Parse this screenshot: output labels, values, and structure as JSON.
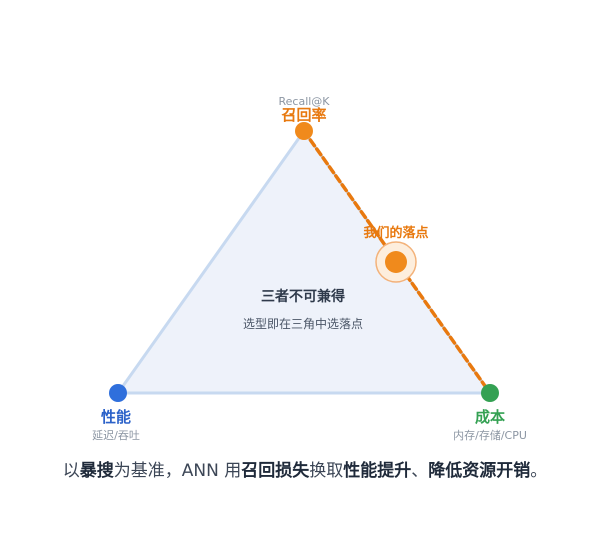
{
  "vertices": {
    "recall": {
      "title": "召回率",
      "subtitle": "Recall@K",
      "color": "#e8790f"
    },
    "performance": {
      "title": "性能",
      "subtitle": "延迟/吞吐",
      "color": "#2f6fdc"
    },
    "cost": {
      "title": "成本",
      "subtitle": "内存/存储/CPU",
      "color": "#34a153"
    }
  },
  "landing_point": {
    "label": "我们的落点",
    "color": "#f08a1c"
  },
  "center": {
    "title": "三者不可兼得",
    "subtitle": "选型即在三角中选落点"
  },
  "caption": {
    "p1": "以",
    "b1": "暴搜",
    "p2": "为基准，ANN 用",
    "b2": "召回损失",
    "p3": "换取",
    "b3": "性能提升",
    "p4": "、",
    "b4": "降低资源开销",
    "p5": "。"
  }
}
